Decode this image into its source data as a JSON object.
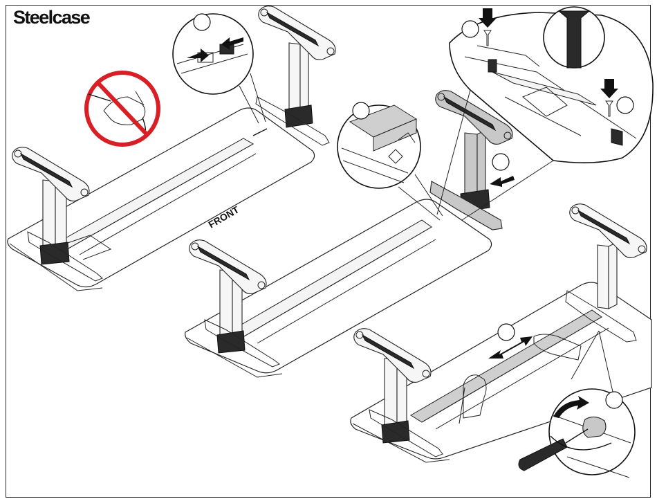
{
  "brand": {
    "name": "Steelcase"
  },
  "labels": {
    "front": "FRONT"
  },
  "steps": [
    {
      "id": "step-a",
      "number": ""
    },
    {
      "id": "step-b",
      "number": ""
    },
    {
      "id": "step-c",
      "number": ""
    },
    {
      "id": "step-d",
      "number": ""
    },
    {
      "id": "step-e",
      "number": ""
    },
    {
      "id": "step-f",
      "number": ""
    },
    {
      "id": "step-g",
      "number": ""
    }
  ],
  "icons": [
    "prohibited-cable-pull-icon",
    "push-arrow-icon",
    "screw-icon",
    "rotate-arrow-icon",
    "double-arrow-icon"
  ],
  "colors": {
    "prohibited": "#d81f26",
    "line": "#222222",
    "shade": "#c8c8c8"
  }
}
